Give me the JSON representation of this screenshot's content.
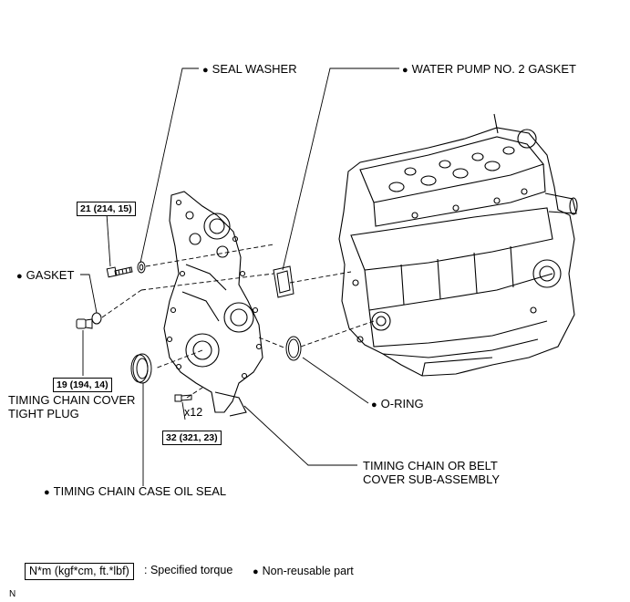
{
  "labels": {
    "seal_washer": "SEAL WASHER",
    "water_pump_gasket": "WATER PUMP NO. 2 GASKET",
    "gasket": "GASKET",
    "o_ring": "O-RING",
    "plug_line1": "TIMING CHAIN COVER",
    "plug_line2": "TIGHT PLUG",
    "oil_seal": "TIMING CHAIN CASE OIL SEAL",
    "cover_line1": "TIMING CHAIN OR BELT",
    "cover_line2": "COVER SUB-ASSEMBLY",
    "qty_bolts": "x12"
  },
  "torques": {
    "upper_bolt": "21 (214, 15)",
    "plug": "19 (194, 14)",
    "cover_bolts": "32 (321, 23)"
  },
  "legend": {
    "torque_unit": "N*m (kgf*cm, ft.*lbf)",
    "torque_desc": ": Specified torque",
    "nonreusable": "Non-reusable part"
  },
  "corner_mark": "N",
  "symbols": {
    "nonreusable_marker": "●"
  }
}
